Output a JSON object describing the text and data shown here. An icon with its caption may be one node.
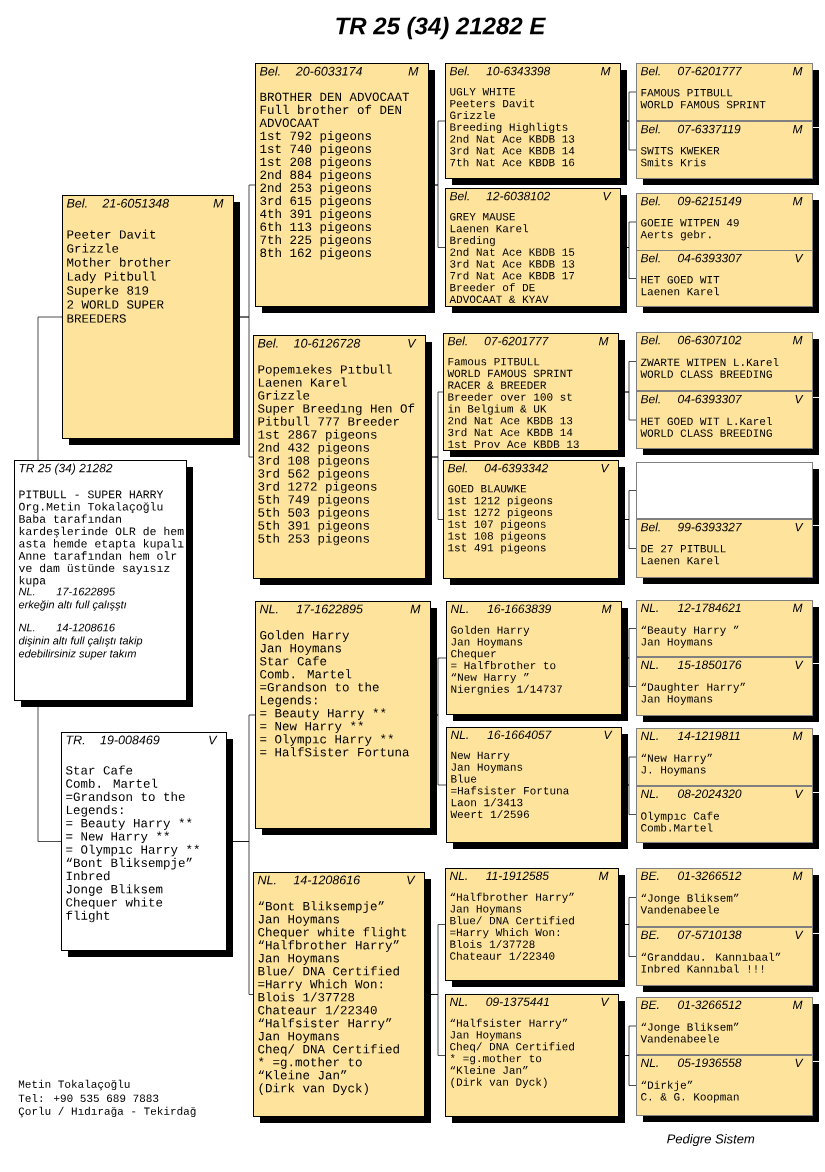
{
  "diagram": {
    "title": "TR 25 (34) 21282 E",
    "nodes": [
      {
        "text": [
          "TR 25 (34) 21282",
          "PITBULL - SUPER HARRY",
          "Org.Metin Tokalaçoğlu",
          "Baba tarafından kardeşlerinde OLR de hem asta hemde etapta kupalı",
          "Anne tarafından hem olr ve dam üstünde sayısız kupa",
          "NL.",
          "17-1622895",
          "erkeğin altı full çalışştı",
          "NL.",
          "14-1208616",
          "dişinin altı full çalıştı takip edebilirsiniz super takım"
        ]
      },
      {
        "text": [
          "Bel.",
          "21-6051348",
          "M",
          "Peeter Davit",
          "Grizzle",
          "Mother brother",
          "Lady Pitbull",
          "Superke 819",
          "2 WORLD SUPER BREEDERS"
        ]
      },
      {
        "text": [
          "TR.",
          "19-008469",
          "V",
          "Star Cafe",
          "Comb. Martel",
          "=Grandson to the Legends:",
          "= Beauty Harry **",
          "= New Harry **",
          "= Olympıc Harry **",
          "“Bont Bliksempje”",
          "Inbred",
          "Jonge Bliksem",
          "Chequer white flight"
        ]
      },
      {
        "text": [
          "Bel.",
          "20-6033174",
          "M",
          "BROTHER DEN ADVOCAAT",
          "Full brother of DEN ADVOCAAT",
          "1st 792 pigeons",
          "1st 740 pigeons",
          "1st 208 pigeons",
          "2nd 884 pigeons",
          "2nd 253 pigeons",
          "3rd 615 pigeons",
          "4th 391 pigeons",
          "6th 113 pigeons",
          "7th 225 pigeons",
          "8th 162 pigeons"
        ]
      },
      {
        "text": [
          "Bel.",
          "10-6126728",
          "V",
          "Popemıekes Pıtbull",
          "Laenen Karel",
          "Grizzle",
          "Super Breedıng Hen Of Pitbull 777 Breeder",
          "1st 2867 pigeons",
          "2nd 432 pigeons",
          "3rd 108 pigeons",
          "3rd 562 pigeons",
          "3rd 1272 pigeons",
          "5th 749 pigeons",
          "5th 503 pigeons",
          "5th 391 pigeons",
          "5th 253 pigeons"
        ]
      },
      {
        "text": [
          "NL.",
          "17-1622895",
          "M",
          "Golden Harry",
          "Jan Hoymans",
          "Star Cafe",
          "Comb. Martel",
          "=Grandson to the Legends:",
          "= Beauty Harry **",
          "= New Harry **",
          "= Olympıc Harry **",
          "= HalfSister Fortuna"
        ]
      },
      {
        "text": [
          "NL.",
          "14-1208616",
          "V",
          "“Bont Bliksempje”",
          "Jan Hoymans",
          "Chequer white flight",
          "“Halfbrother Harry”",
          "Jan Hoymans",
          "Blue/ DNA Certified",
          "=Harry Which Won:",
          "Blois 1/37728",
          "Chateaur 1/22340",
          "“Halfsister Harry”",
          "Jan Hoymans",
          "Cheq/ DNA Certified",
          "* =g.mother to “Kleine Jan”",
          "(Dirk van Dyck)"
        ]
      },
      {
        "text": [
          "Bel.",
          "10-6343398",
          "M",
          "UGLY WHITE",
          "Peeters Davit",
          "Grizzle",
          "Breeding Highligts",
          "2nd Nat Ace KBDB 13",
          "3rd Nat Ace KBDB 14",
          "7th Nat Ace KBDB 16"
        ]
      },
      {
        "text": [
          "Bel.",
          "12-6038102",
          "V",
          "GREY MAUSE",
          "Laenen Karel",
          "Breding",
          "2nd Nat Ace KBDB 15",
          "3rd Nat Ace KBDB 13",
          "7rd Nat Ace KBDB 17",
          "Breeder of DE ADVOCAAT & KYAV"
        ]
      },
      {
        "text": [
          "Bel.",
          "07-6201777",
          "M",
          "Famous PITBULL",
          "WORLD FAMOUS SPRINT RACER & BREEDER",
          "Breeder over 100 st in Belgium & UK",
          "2nd Nat Ace KBDB 13",
          "3rd Nat Ace KBDB 14",
          "1st Prov Ace KBDB 13"
        ]
      },
      {
        "text": [
          "Bel.",
          "04-6393342",
          "V",
          "GOED BLAUWKE",
          "1st 1212 pigeons",
          "1st 1272 pigeons",
          "1st 107 pigeons",
          "1st 108 pigeons",
          "1st 491 pigeons"
        ]
      },
      {
        "text": [
          "NL.",
          "16-1663839",
          "M",
          "Golden Harry",
          "Jan Hoymans",
          "Chequer",
          "= Halfbrother to “New Harry ”",
          "Niergnies 1/14737"
        ]
      },
      {
        "text": [
          "NL.",
          "16-1664057",
          "V",
          "New Harry",
          "Jan Hoymans",
          "Blue",
          "=Hafsister Fortuna",
          "Laon 1/3413",
          "Weert 1/2596"
        ]
      },
      {
        "text": [
          "NL.",
          "11-1912585",
          "M",
          "“Halfbrother Harry”",
          "Jan Hoymans",
          "Blue/ DNA Certified",
          "=Harry Which Won:",
          "Blois 1/37728",
          "Chateaur 1/22340"
        ]
      },
      {
        "text": [
          "NL.",
          "09-1375441",
          "V",
          "“Halfsister Harry”",
          "Jan Hoymans",
          "Cheq/ DNA Certified",
          "* =g.mother to “Kleine Jan”",
          "(Dirk van Dyck)"
        ]
      },
      {
        "text": [
          "Bel.",
          "07-6201777",
          "M",
          "FAMOUS PITBULL",
          "WORLD FAMOUS SPRINT"
        ]
      },
      {
        "text": [
          "Bel.",
          "07-6337119",
          "M",
          "SWITS KWEKER",
          "Smits Kris"
        ]
      },
      {
        "text": [
          "Bel.",
          "09-6215149",
          "M",
          "GOEIE WITPEN 49",
          "Aerts gebr."
        ]
      },
      {
        "text": [
          "Bel.",
          "04-6393307",
          "V",
          "HET GOED WIT",
          "Laenen Karel"
        ]
      },
      {
        "text": [
          "Bel.",
          "06-6307102",
          "M",
          "ZWARTE WITPEN L.Karel",
          "WORLD CLASS BREEDING"
        ]
      },
      {
        "text": [
          "Bel.",
          "04-6393307",
          "V",
          "HET GOED WIT L.Karel",
          "WORLD CLASS BREEDING"
        ]
      },
      {
        "text": [],
        "shape": "box"
      },
      {
        "text": [
          "Bel.",
          "99-6393327",
          "V",
          "DE 27 PITBULL",
          "Laenen Karel"
        ]
      },
      {
        "text": [
          "NL.",
          "12-1784621",
          "M",
          "“Beauty Harry ”",
          "Jan Hoymans"
        ]
      },
      {
        "text": [
          "NL.",
          "15-1850176",
          "V",
          "“Daughter Harry”",
          "Jan Hoymans"
        ]
      },
      {
        "text": [
          "NL.",
          "14-1219811",
          "M",
          "“New Harry”",
          "J. Hoymans"
        ]
      },
      {
        "text": [
          "NL.",
          "08-2024320",
          "V",
          "Olympıc Cafe",
          "Comb.Martel"
        ]
      },
      {
        "text": [
          "BE.",
          "01-3266512",
          "M",
          "“Jonge Bliksem”",
          "Vandenabeele"
        ]
      },
      {
        "text": [
          "BE.",
          "07-5710138",
          "V",
          "“Granddau. Kannıbaal”",
          "Inbred Kannıbal !!!"
        ]
      },
      {
        "text": [
          "BE.",
          "01-3266512",
          "M",
          "“Jonge Bliksem”",
          "Vandenabeele"
        ]
      },
      {
        "text": [
          "NL.",
          "05-1936558",
          "V",
          "“Dirkje”",
          "C. & G. Koopman"
        ]
      }
    ],
    "edges": [
      {
        "from": 0,
        "to": 1,
        "arrow": "none"
      },
      {
        "from": 0,
        "to": 2,
        "arrow": "none"
      },
      {
        "from": 1,
        "to": 3,
        "arrow": "none"
      },
      {
        "from": 1,
        "to": 4,
        "arrow": "none"
      },
      {
        "from": 2,
        "to": 5,
        "arrow": "none"
      },
      {
        "from": 2,
        "to": 6,
        "arrow": "none"
      },
      {
        "from": 3,
        "to": 7,
        "arrow": "none"
      },
      {
        "from": 3,
        "to": 8,
        "arrow": "none"
      },
      {
        "from": 4,
        "to": 9,
        "arrow": "none"
      },
      {
        "from": 4,
        "to": 10,
        "arrow": "none"
      },
      {
        "from": 5,
        "to": 11,
        "arrow": "none"
      },
      {
        "from": 5,
        "to": 12,
        "arrow": "none"
      },
      {
        "from": 6,
        "to": 13,
        "arrow": "none"
      },
      {
        "from": 6,
        "to": 14,
        "arrow": "none"
      },
      {
        "from": 7,
        "to": 15,
        "arrow": "none"
      },
      {
        "from": 7,
        "to": 16,
        "arrow": "none"
      },
      {
        "from": 8,
        "to": 17,
        "arrow": "none"
      },
      {
        "from": 8,
        "to": 18,
        "arrow": "none"
      },
      {
        "from": 9,
        "to": 19,
        "arrow": "none"
      },
      {
        "from": 9,
        "to": 20,
        "arrow": "none"
      },
      {
        "from": 10,
        "to": 21,
        "arrow": "none"
      },
      {
        "from": 10,
        "to": 22,
        "arrow": "none"
      },
      {
        "from": 11,
        "to": 23,
        "arrow": "none"
      },
      {
        "from": 11,
        "to": 24,
        "arrow": "none"
      },
      {
        "from": 12,
        "to": 25,
        "arrow": "none"
      },
      {
        "from": 12,
        "to": 26,
        "arrow": "none"
      },
      {
        "from": 13,
        "to": 27,
        "arrow": "none"
      },
      {
        "from": 13,
        "to": 28,
        "arrow": "none"
      },
      {
        "from": 14,
        "to": 29,
        "arrow": "none"
      },
      {
        "from": 14,
        "to": 30,
        "arrow": "none"
      }
    ],
    "labels": [
      "Metin Tokalaçoğlu",
      "Tel: +90 535 689 7883",
      "Çorlu / Hıdırağa - Tekirdağ",
      "Pedigre Sistem"
    ]
  }
}
